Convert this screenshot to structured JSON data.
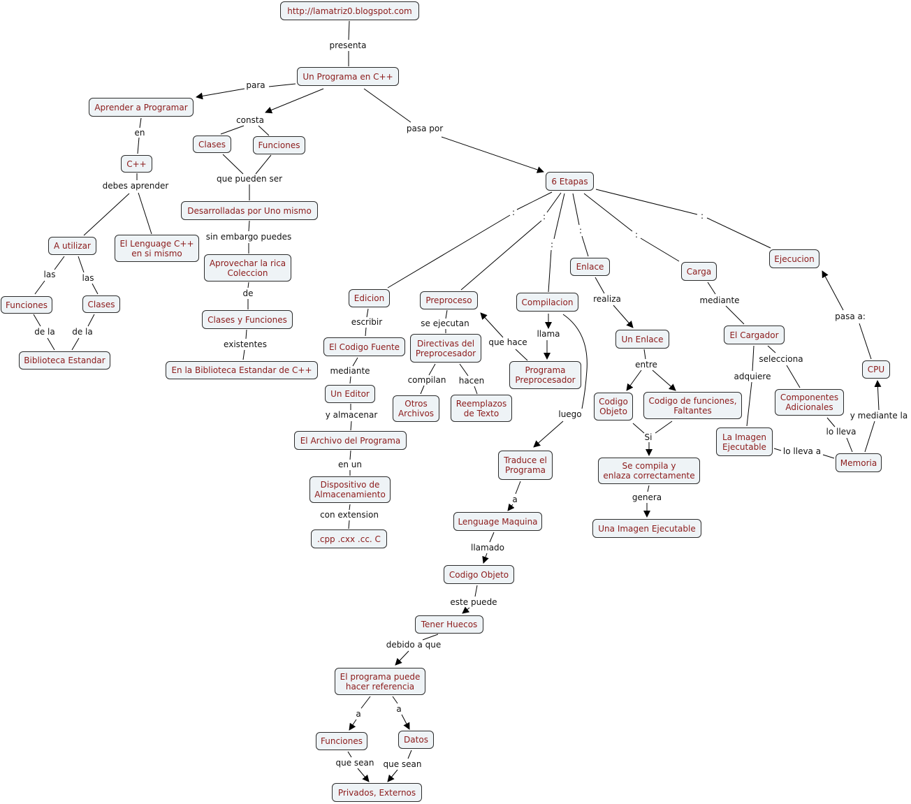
{
  "title": "Un Programa en C++ concept map",
  "colors": {
    "node_fill": "#eef3f6",
    "node_text": "#8b1a1a",
    "node_border": "#2b2b2b",
    "line": "#000000"
  },
  "nodes": [
    "http://lamatriz0.blogspot.com",
    "Un Programa en C++",
    "Aprender a Programar",
    "Clases",
    "Funciones",
    "C++",
    "Desarrolladas por Uno mismo",
    "6 Etapas",
    "A utilizar",
    "El Lenguage C++\nen si mismo",
    "Aprovechar la rica\nColeccion",
    "Edicion",
    "Preproceso",
    "Compilacion",
    "Enlace",
    "Carga",
    "Ejecucion",
    "Funciones",
    "Clases",
    "Clases y Funciones",
    "Biblioteca Estandar",
    "El Codigo Fuente",
    "Directivas del\nPreprocesador",
    "Programa\nPreprocesador",
    "Un Enlace",
    "El Cargador",
    "En la Biblioteca Estandar de C++",
    "Un Editor",
    "Otros\nArchivos",
    "Reemplazos\nde Texto",
    "Codigo\nObjeto",
    "Codigo de funciones,\nFaltantes",
    "Componentes\nAdicionales",
    "CPU",
    "El Archivo del Programa",
    "La Imagen\nEjecutable",
    "Memoria",
    "Traduce el\nPrograma",
    "Se compila y\nenlaza correctamente",
    "Dispositivo de\nAlmacenamiento",
    "Lenguage Maquina",
    "Una Imagen Ejecutable",
    ".cpp .cxx .cc. C",
    "Codigo Objeto",
    "Tener Huecos",
    "El programa puede\nhacer referencia",
    "Funciones",
    "Datos",
    "Privados, Externos"
  ],
  "links": [
    "presenta",
    "para",
    "consta",
    "pasa por",
    "en",
    "debes aprender",
    "que pueden ser",
    "sin embargo puedes",
    "de",
    "existentes",
    "las",
    "las",
    "de la",
    "de la",
    ":",
    ":",
    ":",
    ":",
    ":",
    ":",
    "escribir",
    "se ejecutan",
    "que hace",
    "llama",
    "realiza",
    "mediante",
    "pasa a:",
    "mediante",
    "compilan",
    "hacen",
    "entre",
    "selecciona",
    "adquiere",
    "luego",
    "y mediante la",
    "y almacenar",
    "lo lleva",
    "lo lleva a",
    "Si",
    "en un",
    "a",
    "genera",
    "con extension",
    "llamado",
    "este puede",
    "debido a que",
    "a",
    "a",
    "que sean",
    "que sean"
  ]
}
